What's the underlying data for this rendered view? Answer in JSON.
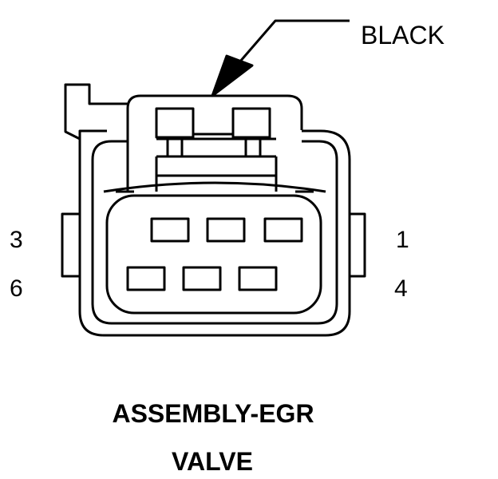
{
  "connector": {
    "wire_color": "BLACK",
    "pins": {
      "p3": "3",
      "p6": "6",
      "p1": "1",
      "p4": "4"
    },
    "title_line1": "ASSEMBLY-EGR",
    "title_line2": "VALVE"
  },
  "colors": {
    "line": "#000000",
    "background": "#ffffff"
  }
}
